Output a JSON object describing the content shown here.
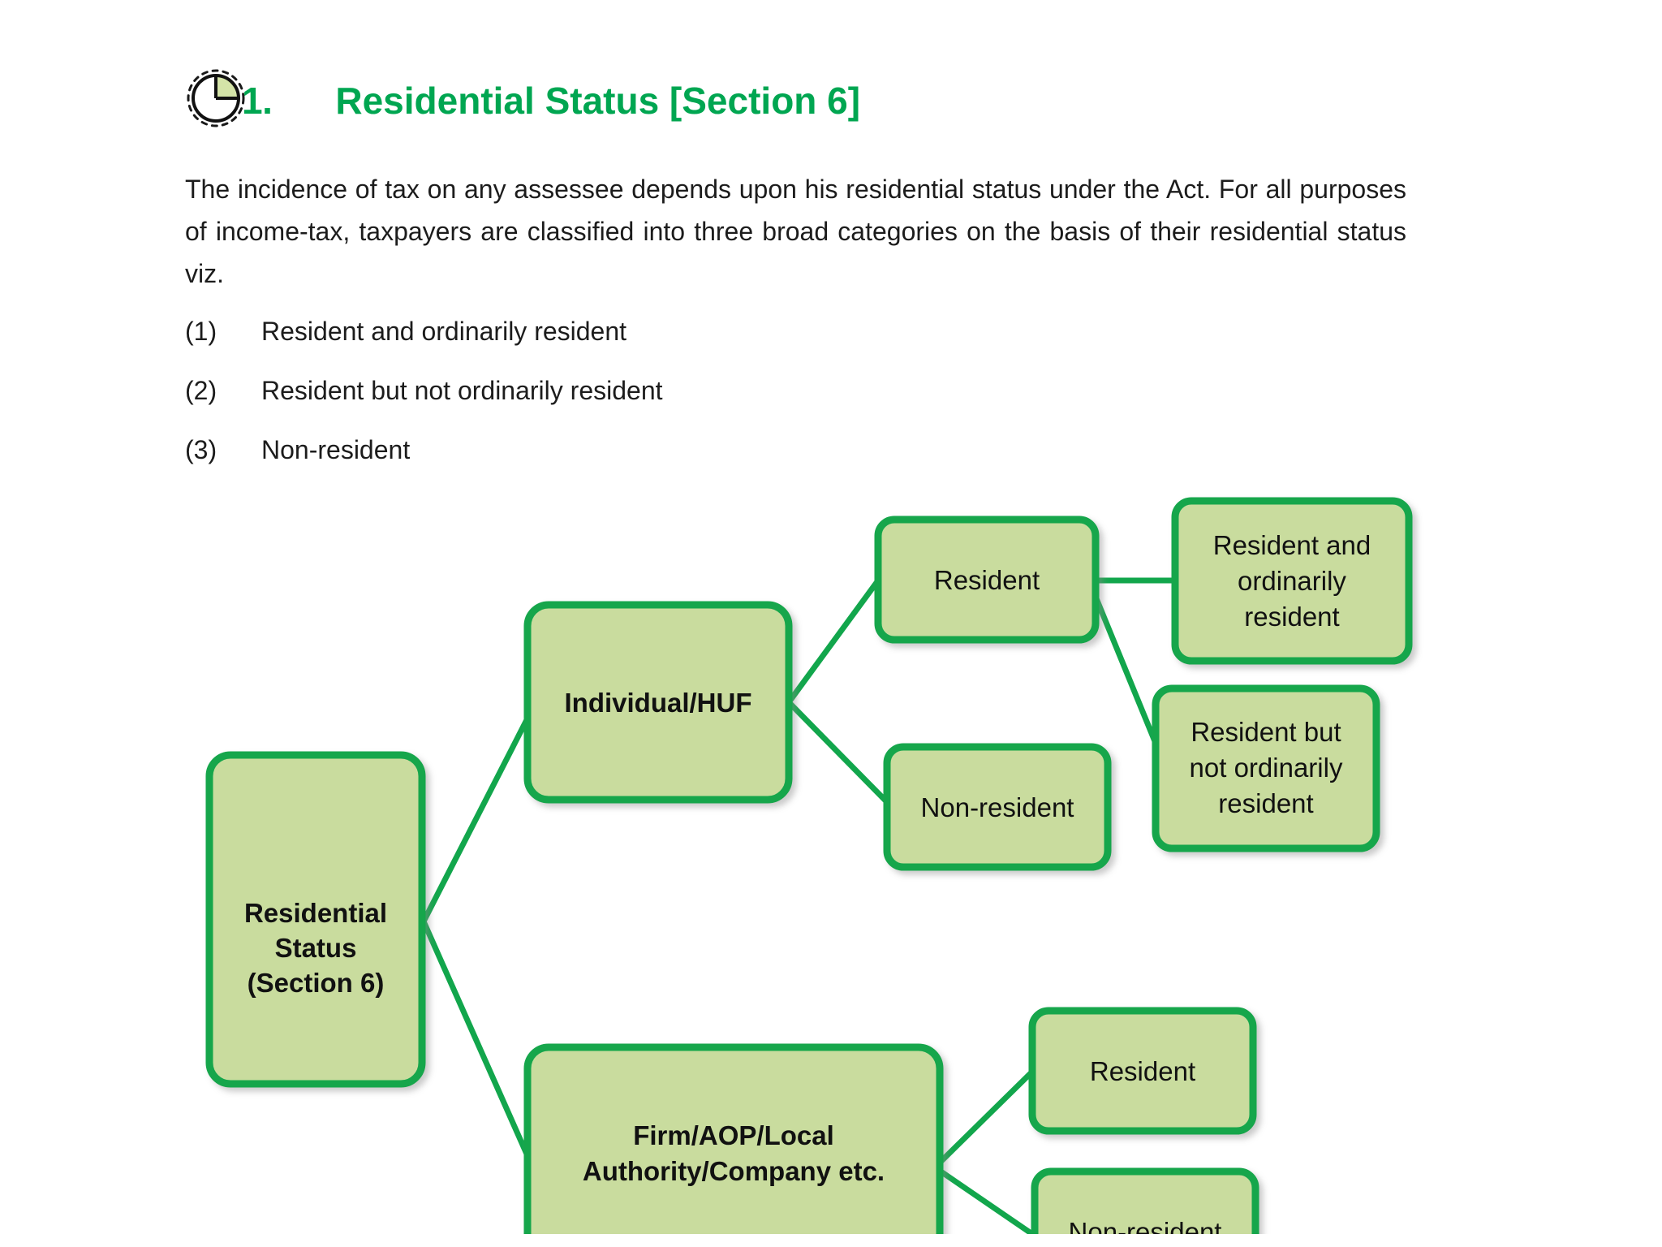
{
  "header": {
    "icon": "pie-chart-icon",
    "number": "1.",
    "title": "Residential Status [Section 6]",
    "accent_color": "#00a651"
  },
  "body": {
    "paragraph": "The incidence of tax on any assessee depends upon his residential status under the Act. For all purposes of income-tax, taxpayers are classified into three broad categories on the basis of their residential status viz.",
    "list": [
      {
        "marker": "(1)",
        "text": "Resident and ordinarily resident"
      },
      {
        "marker": "(2)",
        "text": "Resident but not ordinarily resident"
      },
      {
        "marker": "(3)",
        "text": "Non-resident"
      }
    ]
  },
  "chart_data": {
    "type": "diagram",
    "title": "Residential Status classification tree",
    "style": {
      "box_fill": "#c9dc9e",
      "box_border": "#12a64c",
      "connector_color": "#12a64c",
      "text_color": "#111111"
    },
    "nodes": [
      {
        "id": "root",
        "label": "Residential Status (Section 6)",
        "lines": [
          "Residential",
          "Status",
          "(Section 6)"
        ],
        "bold": true,
        "level": 0
      },
      {
        "id": "indiv",
        "label": "Individual/HUF",
        "lines": [
          "Individual/HUF"
        ],
        "bold": true,
        "level": 1
      },
      {
        "id": "firm",
        "label": "Firm/AOP/Local Authority/Company etc.",
        "lines": [
          "Firm/AOP/Local",
          "Authority/Company etc."
        ],
        "bold": true,
        "level": 1
      },
      {
        "id": "res1",
        "label": "Resident",
        "lines": [
          "Resident"
        ],
        "bold": false,
        "level": 2
      },
      {
        "id": "nonres1",
        "label": "Non-resident",
        "lines": [
          "Non-resident"
        ],
        "bold": false,
        "level": 2
      },
      {
        "id": "ror",
        "label": "Resident and ordinarily resident",
        "lines": [
          "Resident and",
          "ordinarily",
          "resident"
        ],
        "bold": false,
        "level": 3
      },
      {
        "id": "rnor",
        "label": "Resident but not ordinarily resident",
        "lines": [
          "Resident but",
          "not ordinarily",
          "resident"
        ],
        "bold": false,
        "level": 3
      },
      {
        "id": "res2",
        "label": "Resident",
        "lines": [
          "Resident"
        ],
        "bold": false,
        "level": 2
      },
      {
        "id": "nonres2",
        "label": "Non-resident",
        "lines": [
          "Non-resident"
        ],
        "bold": false,
        "level": 2
      }
    ],
    "edges": [
      {
        "from": "root",
        "to": "indiv"
      },
      {
        "from": "root",
        "to": "firm"
      },
      {
        "from": "indiv",
        "to": "res1"
      },
      {
        "from": "indiv",
        "to": "nonres1"
      },
      {
        "from": "res1",
        "to": "ror"
      },
      {
        "from": "res1",
        "to": "rnor"
      },
      {
        "from": "firm",
        "to": "res2"
      },
      {
        "from": "firm",
        "to": "nonres2"
      }
    ]
  }
}
